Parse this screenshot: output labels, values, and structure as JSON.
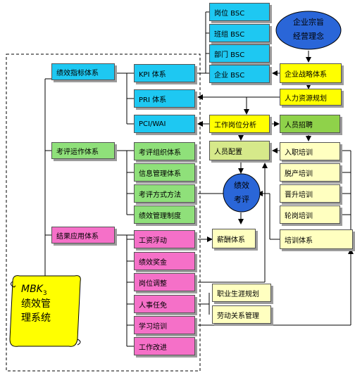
{
  "nodes": {
    "post_bsc": "岗位 BSC",
    "team_bsc": "班组 BSC",
    "dept_bsc": "部门 BSC",
    "ent_bsc": "企业 BSC",
    "mission": "企业宗旨\n经营理念",
    "strategy": "企业战略体系",
    "hr_plan": "人力资源规划",
    "perf_index": "绩效指标体系",
    "kpi": "KPI 体系",
    "pri": "PRI 体系",
    "pci": "PCI/WAI",
    "job_analysis": "工作岗位分析",
    "recruit": "人员招聘",
    "staffing": "人员配置",
    "induction": "入职培训",
    "offjob": "脱产培训",
    "promotion": "晋升培训",
    "rotation": "轮岗培训",
    "training_sys": "培训体系",
    "appraisal_run": "考评运作体系",
    "appraisal_org": "考评组织体系",
    "info_mgmt": "信息管理体系",
    "appraisal_method": "考评方式方法",
    "perf_mgmt": "绩效管理制度",
    "perf_eval": "绩效\n考评",
    "result_app": "结果应用体系",
    "salary_adj": "工资浮动",
    "bonus": "绩效奖金",
    "post_adj": "岗位调整",
    "appoint": "人事任免",
    "study": "学习培训",
    "improve": "工作改进",
    "pay_sys": "薪酬体系",
    "career": "职业生涯规划",
    "labor": "劳动关系管理",
    "mbk_title": "MBK",
    "mbk_sub": "3",
    "mbk_line2": "绩效管",
    "mbk_line3": "理系统"
  },
  "colors": {
    "cyan": "#1ec8f2",
    "green": "#8fe07a",
    "pink": "#f570c8",
    "yellow": "#ffff00",
    "dark_green": "#8fd24a",
    "circle_blue": "#2a66d8"
  }
}
